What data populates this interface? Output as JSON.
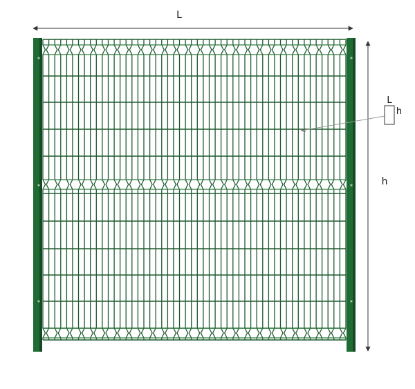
{
  "labels": {
    "length": "L",
    "height": "h",
    "detail_length": "L",
    "detail_height": "h"
  },
  "colors": {
    "post": "#1f6b34",
    "post_shade": "#154a24",
    "wire": "#1e5a2e",
    "wire_light": "#2e7a40",
    "dimension": "#333333",
    "leader": "#999999"
  },
  "panel": {
    "vertical_wires": 52,
    "horizontal_wires": 12,
    "folds": 3
  }
}
